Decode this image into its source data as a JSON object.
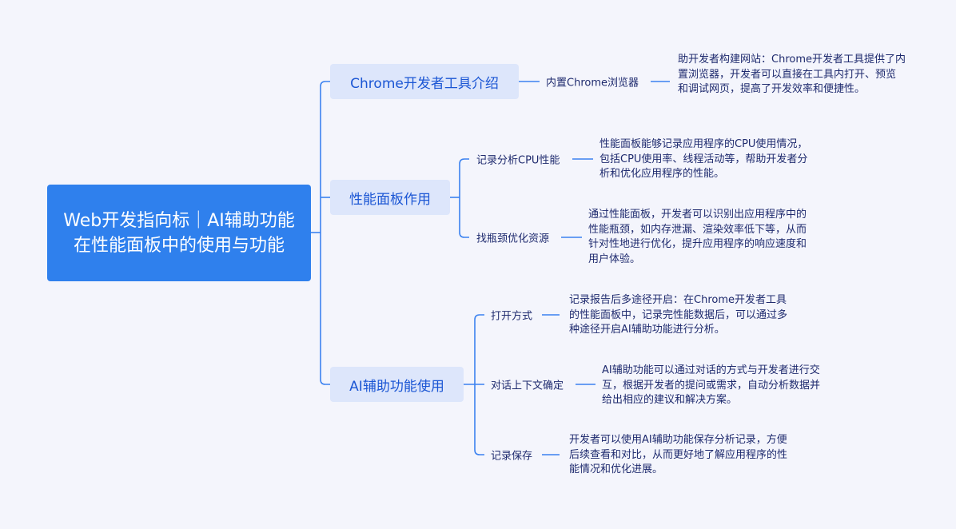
{
  "root": {
    "title": "Web开发指向标｜AI辅助功能在性能面板中的使用与功能"
  },
  "branches": [
    {
      "label": "Chrome开发者工具介绍",
      "children": [
        {
          "label": "内置Chrome浏览器",
          "detail": "助开发者构建网站：Chrome开发者工具提供了内置浏览器，开发者可以直接在工具内打开、预览和调试网页，提高了开发效率和便捷性。"
        }
      ]
    },
    {
      "label": "性能面板作用",
      "children": [
        {
          "label": "记录分析CPU性能",
          "detail": "性能面板能够记录应用程序的CPU使用情况，包括CPU使用率、线程活动等，帮助开发者分析和优化应用程序的性能。"
        },
        {
          "label": "找瓶颈优化资源",
          "detail": "通过性能面板，开发者可以识别出应用程序中的性能瓶颈，如内存泄漏、渲染效率低下等，从而针对性地进行优化，提升应用程序的响应速度和用户体验。"
        }
      ]
    },
    {
      "label": "AI辅助功能使用",
      "children": [
        {
          "label": "打开方式",
          "detail": "记录报告后多途径开启：在Chrome开发者工具的性能面板中，记录完性能数据后，可以通过多种途径开启AI辅助功能进行分析。"
        },
        {
          "label": "对话上下文确定",
          "detail": "AI辅助功能可以通过对话的方式与开发者进行交互，根据开发者的提问或需求，自动分析数据并给出相应的建议和解决方案。"
        },
        {
          "label": "记录保存",
          "detail": "开发者可以使用AI辅助功能保存分析记录，方便后续查看和对比，从而更好地了解应用程序的性能情况和优化进展。"
        }
      ]
    }
  ],
  "colors": {
    "line": "#3b82f0",
    "root": "#2f80ed",
    "branch_bg": "#dde6fb"
  }
}
